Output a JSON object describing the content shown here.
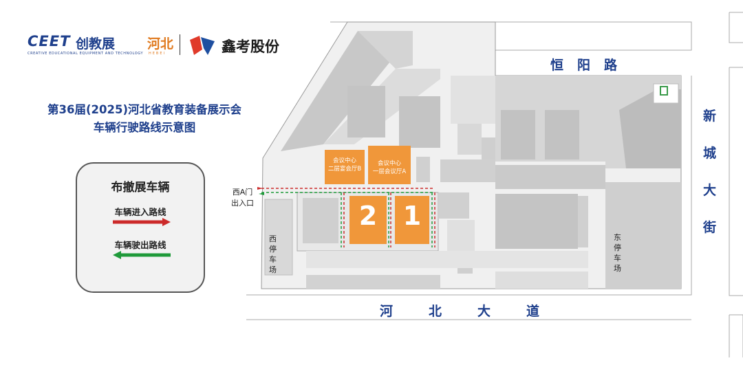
{
  "brand": {
    "ceet": "CEET",
    "chuangjiaozhan": "创教展",
    "subtitle": "CREATIVE EDUCATIONAL EQUIPMENT AND TECHNOLOGY",
    "hebei": "河北",
    "hebei_sub": "HEBEI",
    "xinkao": "鑫考股份"
  },
  "title": {
    "line1": "第36届(2025)河北省教育装备展示会",
    "line2": "车辆行驶路线示意图"
  },
  "legend": {
    "title": "布撤展车辆",
    "entry_label": "车辆进入路线",
    "exit_label": "车辆驶出路线",
    "entry_color": "#cc2a2a",
    "exit_color": "#1f9a3a"
  },
  "roads": {
    "top": "恒阳路",
    "bottom": "河北大道",
    "right": "新城大街"
  },
  "halls": {
    "hall2": "2",
    "hall1": "1",
    "color": "#f0973a"
  },
  "meeting": {
    "b_line1": "会议中心",
    "b_line2": "二层宴会厅B",
    "a_line1": "会议中心",
    "a_line2": "一层会议厅A"
  },
  "gate": {
    "line1": "西A门",
    "line2": "出入口"
  },
  "parking": {
    "west": "西停车场",
    "east": "东停车场"
  },
  "colors": {
    "building": "#d9d9d9",
    "ground": "#f0f0f0",
    "road_title": "#1e3f8c"
  }
}
